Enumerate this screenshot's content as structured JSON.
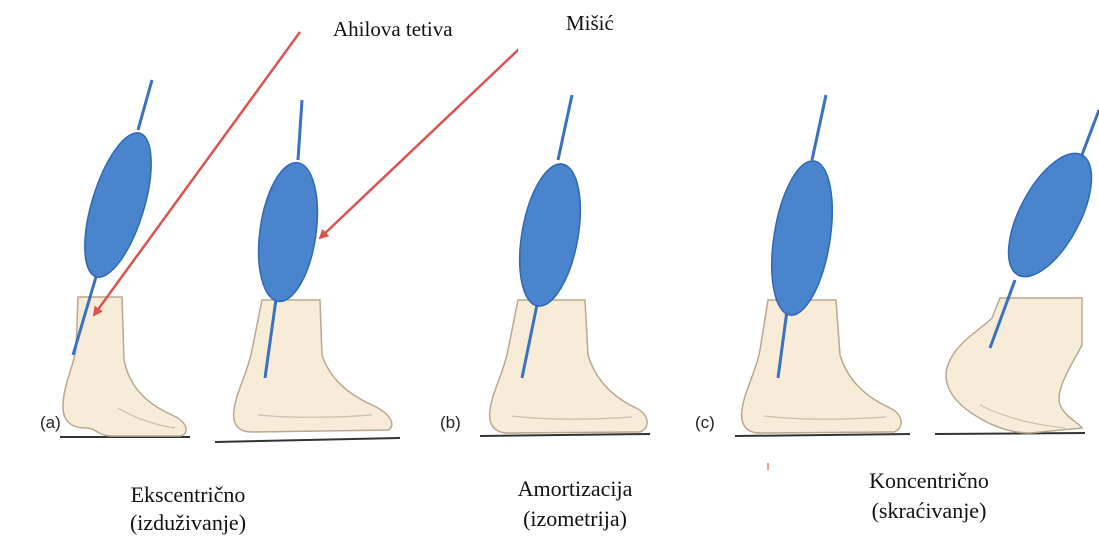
{
  "annotations": {
    "tendon_label": "Ahilova tetiva",
    "muscle_label": "Mišić"
  },
  "panels": [
    {
      "tag": "(a)",
      "caption_line1": "Ekscentrično",
      "caption_line2": "(izduživanje)"
    },
    {
      "tag": "(b)",
      "caption_line1": "Amortizacija",
      "caption_line2": "(izometrija)"
    },
    {
      "tag": "(c)",
      "caption_line1": "Koncentrično",
      "caption_line2": "(skraćivanje)"
    }
  ],
  "colors": {
    "muscle": "#4a84cc",
    "muscle_edge": "#2f68b4",
    "tendon": "#3a72c0",
    "foot_fill": "#f7ecd8",
    "foot_stroke": "#b9a890",
    "arrow": "#d9534f",
    "ground": "#333333"
  }
}
